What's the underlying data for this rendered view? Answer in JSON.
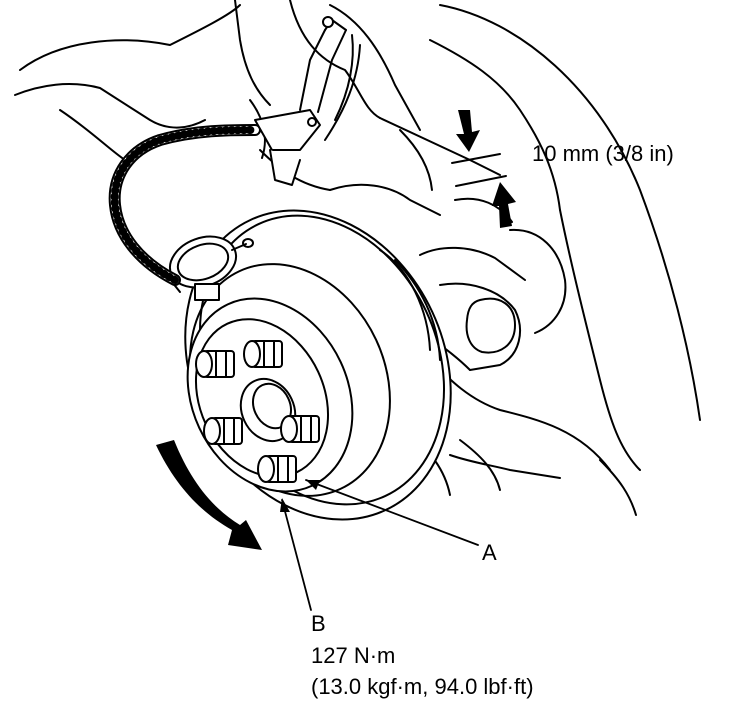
{
  "labels": {
    "gap": "10 mm (3/8 in)",
    "a": "A",
    "b": "B",
    "torque_nm": "127 N·m",
    "torque_alt": "(13.0 kgf·m, 94.0 lbf·ft)"
  },
  "colors": {
    "line": "#000000",
    "fill": "#ffffff"
  }
}
